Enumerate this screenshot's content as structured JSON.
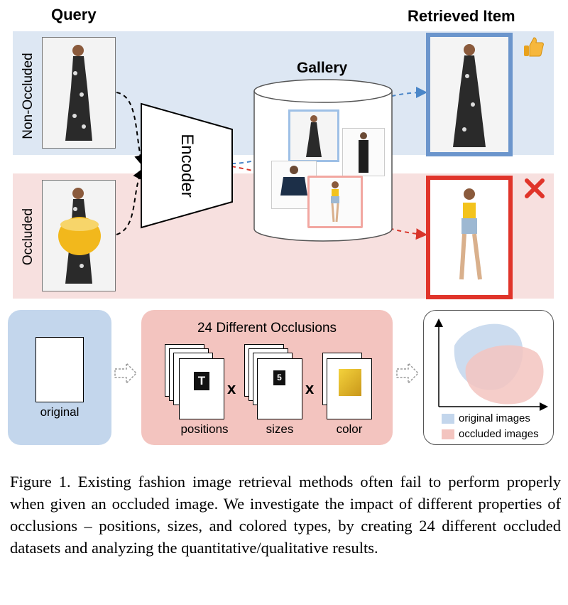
{
  "figure": {
    "headers": {
      "query": "Query",
      "retrieved": "Retrieved Item",
      "gallery": "Gallery"
    },
    "row_labels": {
      "non_occluded": "Non-Occluded",
      "occluded": "Occluded"
    },
    "encoder_label": "Encoder",
    "pipeline": {
      "original_label": "original",
      "occlusions_title": "24 Different Occlusions",
      "factors": [
        "positions",
        "sizes",
        "color"
      ],
      "times_symbol": "x",
      "position_glyph": "T",
      "size_glyph": "5"
    },
    "legend": {
      "original": "original images",
      "occluded": "occluded images"
    },
    "colors": {
      "blue_band": "#dde7f3",
      "red_band": "#f7e0df",
      "correct_border": "#6b95cc",
      "wrong_border": "#e0342a",
      "panel_blue": "#c3d6ec",
      "panel_red": "#f3c4bf"
    },
    "result_icons": {
      "correct": "thumbs-up-icon",
      "wrong": "cross-icon"
    }
  },
  "caption": "Figure 1.  Existing fashion image retrieval methods often fail to perform properly when given an occluded image. We investigate the impact of different properties of occlusions – positions, sizes, and colored types, by creating 24 different occluded datasets and analyzing the quantitative/qualitative results."
}
